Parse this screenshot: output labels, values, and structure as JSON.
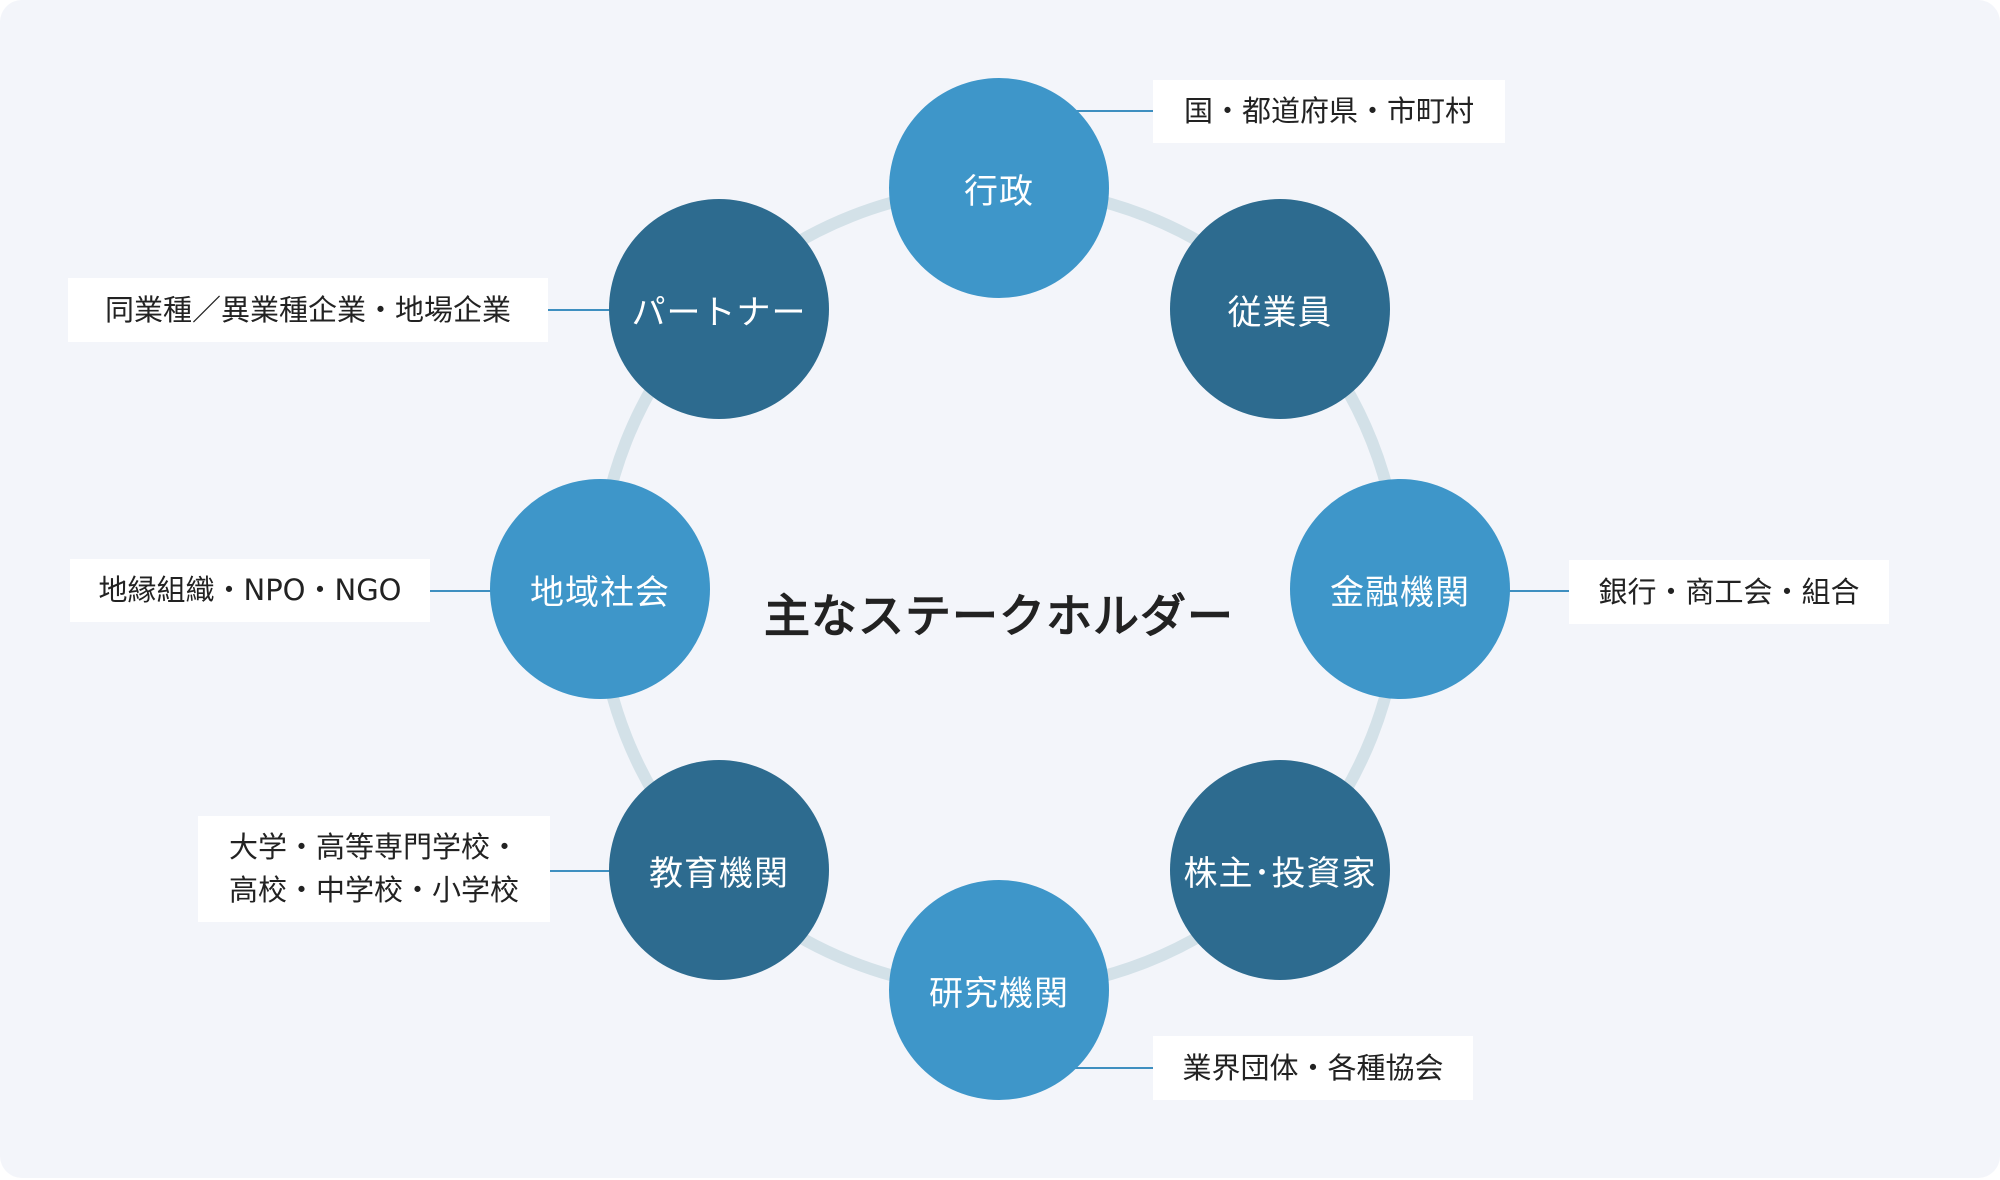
{
  "title": "主なステークホルダー",
  "colors": {
    "light_node": "#3e96c9",
    "dark_node": "#2d6b8f",
    "ring": "#d3e1e8",
    "background": "#f3f5fa",
    "connector": "#3e8fc0"
  },
  "nodes": [
    {
      "label": "行政",
      "tone": "light",
      "description": "国・都道府県・市町村"
    },
    {
      "label": "従業員",
      "tone": "dark"
    },
    {
      "label": "金融機関",
      "tone": "light",
      "description": "銀行・商工会・組合"
    },
    {
      "label": "株主･投資家",
      "tone": "dark"
    },
    {
      "label": "研究機関",
      "tone": "light",
      "description": "業界団体・各種協会"
    },
    {
      "label": "教育機関",
      "tone": "dark",
      "description_lines": [
        "大学・高等専門学校・",
        "高校・中学校・小学校"
      ]
    },
    {
      "label": "地域社会",
      "tone": "light",
      "description": "地縁組織・NPO・NGO"
    },
    {
      "label": "パートナー",
      "tone": "dark",
      "description": "同業種／異業種企業・地場企業"
    }
  ]
}
